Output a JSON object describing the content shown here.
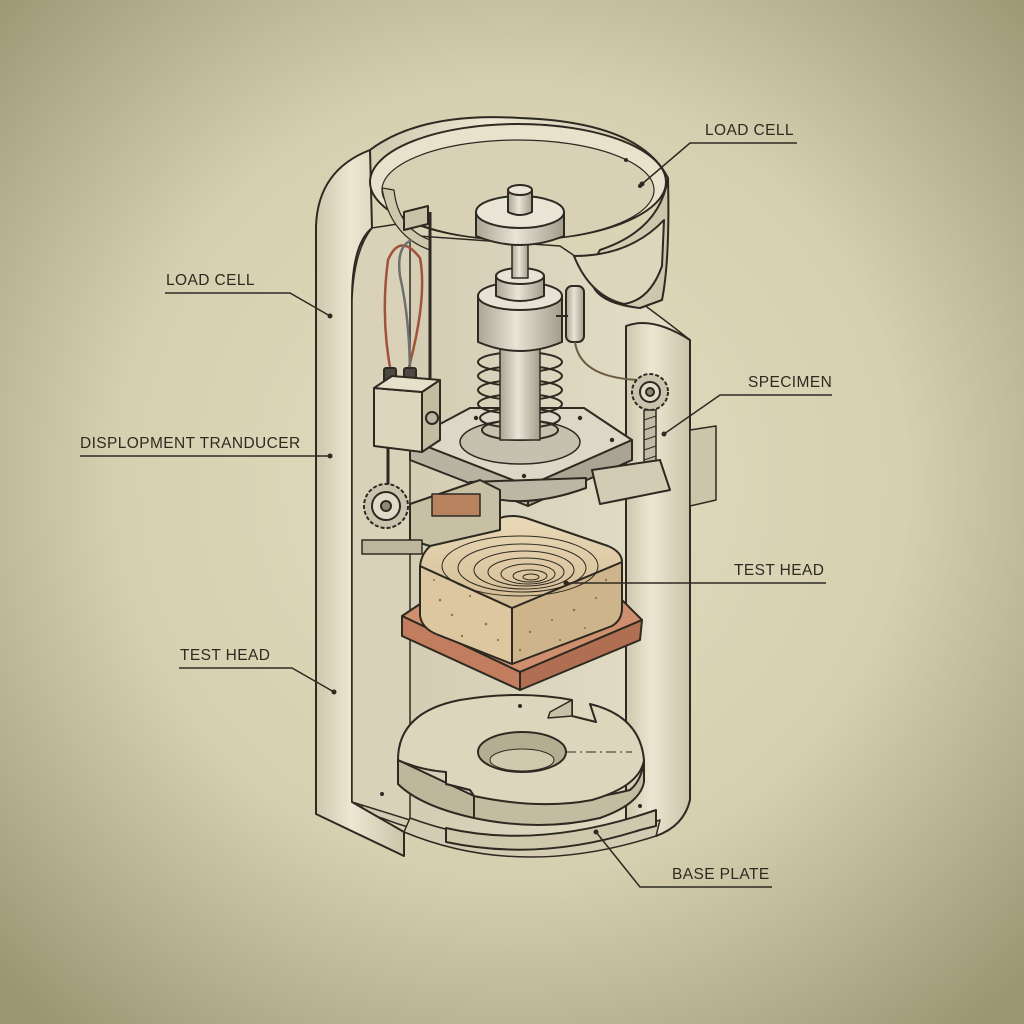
{
  "diagram": {
    "labels": {
      "load_cell_right": "LOAD CELL",
      "load_cell_left": "LOAD CELL",
      "displacement_transducer": "DISPLOPMENT TRANDUCER",
      "specimen": "SPECIMEN",
      "test_head_right": "TEST HEAD",
      "test_head_left": "TEST HEAD",
      "base_plate": "BASE PLATE"
    }
  },
  "colors": {
    "paper_center": "#e2dcbf",
    "paper_edge": "#9a9672",
    "ink": "#2e2a22",
    "housing": "#e6e0cb",
    "housing_shade": "#c9c2a8",
    "metal": "#d8d3c2",
    "metal_shade": "#a9a493",
    "specimen": "#e6d3b0",
    "specimen_shade": "#cbb48a",
    "rubber_pad": "#cf8f6e",
    "rubber_pad_shade": "#b06f52",
    "wire_red": "#a0523a",
    "wire_gray": "#6d7070"
  }
}
